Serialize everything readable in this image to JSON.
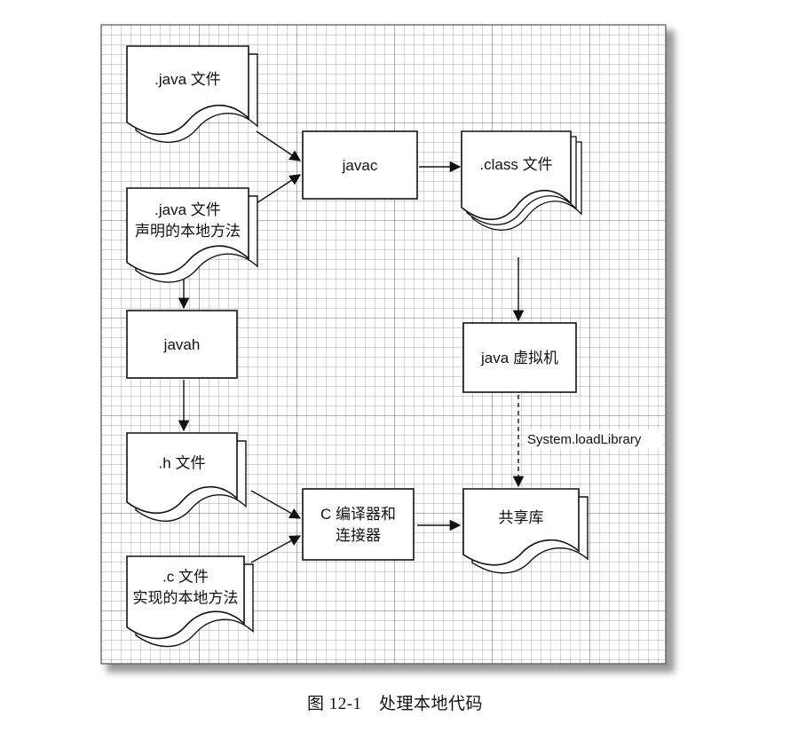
{
  "diagram": {
    "nodes": [
      {
        "id": "java_file",
        "shape": "document",
        "lines": [
          ".java 文件"
        ]
      },
      {
        "id": "java_native",
        "shape": "document",
        "lines": [
          ".java 文件",
          "声明的本地方法"
        ]
      },
      {
        "id": "javac",
        "shape": "box",
        "lines": [
          "javac"
        ]
      },
      {
        "id": "class_file",
        "shape": "document-stack",
        "lines": [
          ".class 文件"
        ]
      },
      {
        "id": "javah",
        "shape": "box",
        "lines": [
          "javah"
        ]
      },
      {
        "id": "jvm",
        "shape": "box",
        "lines": [
          "java 虚拟机"
        ]
      },
      {
        "id": "h_file",
        "shape": "document",
        "lines": [
          ".h 文件"
        ]
      },
      {
        "id": "c_compiler",
        "shape": "box",
        "lines": [
          "C 编译器和",
          "连接器"
        ]
      },
      {
        "id": "shared_lib",
        "shape": "document",
        "lines": [
          "共享库"
        ]
      },
      {
        "id": "c_file",
        "shape": "document",
        "lines": [
          ".c 文件",
          "实现的本地方法"
        ]
      }
    ],
    "edges": [
      {
        "from": "java_file",
        "to": "javac",
        "style": "solid"
      },
      {
        "from": "java_native",
        "to": "javac",
        "style": "solid"
      },
      {
        "from": "javac",
        "to": "class_file",
        "style": "solid"
      },
      {
        "from": "class_file",
        "to": "jvm",
        "style": "solid"
      },
      {
        "from": "java_native",
        "to": "javah",
        "style": "solid"
      },
      {
        "from": "javah",
        "to": "h_file",
        "style": "solid"
      },
      {
        "from": "jvm",
        "to": "shared_lib",
        "style": "dashed",
        "label": "System.loadLibrary"
      },
      {
        "from": "h_file",
        "to": "c_compiler",
        "style": "solid"
      },
      {
        "from": "c_file",
        "to": "c_compiler",
        "style": "solid"
      },
      {
        "from": "c_compiler",
        "to": "shared_lib",
        "style": "solid"
      }
    ]
  },
  "caption": "图 12-1　处理本地代码"
}
